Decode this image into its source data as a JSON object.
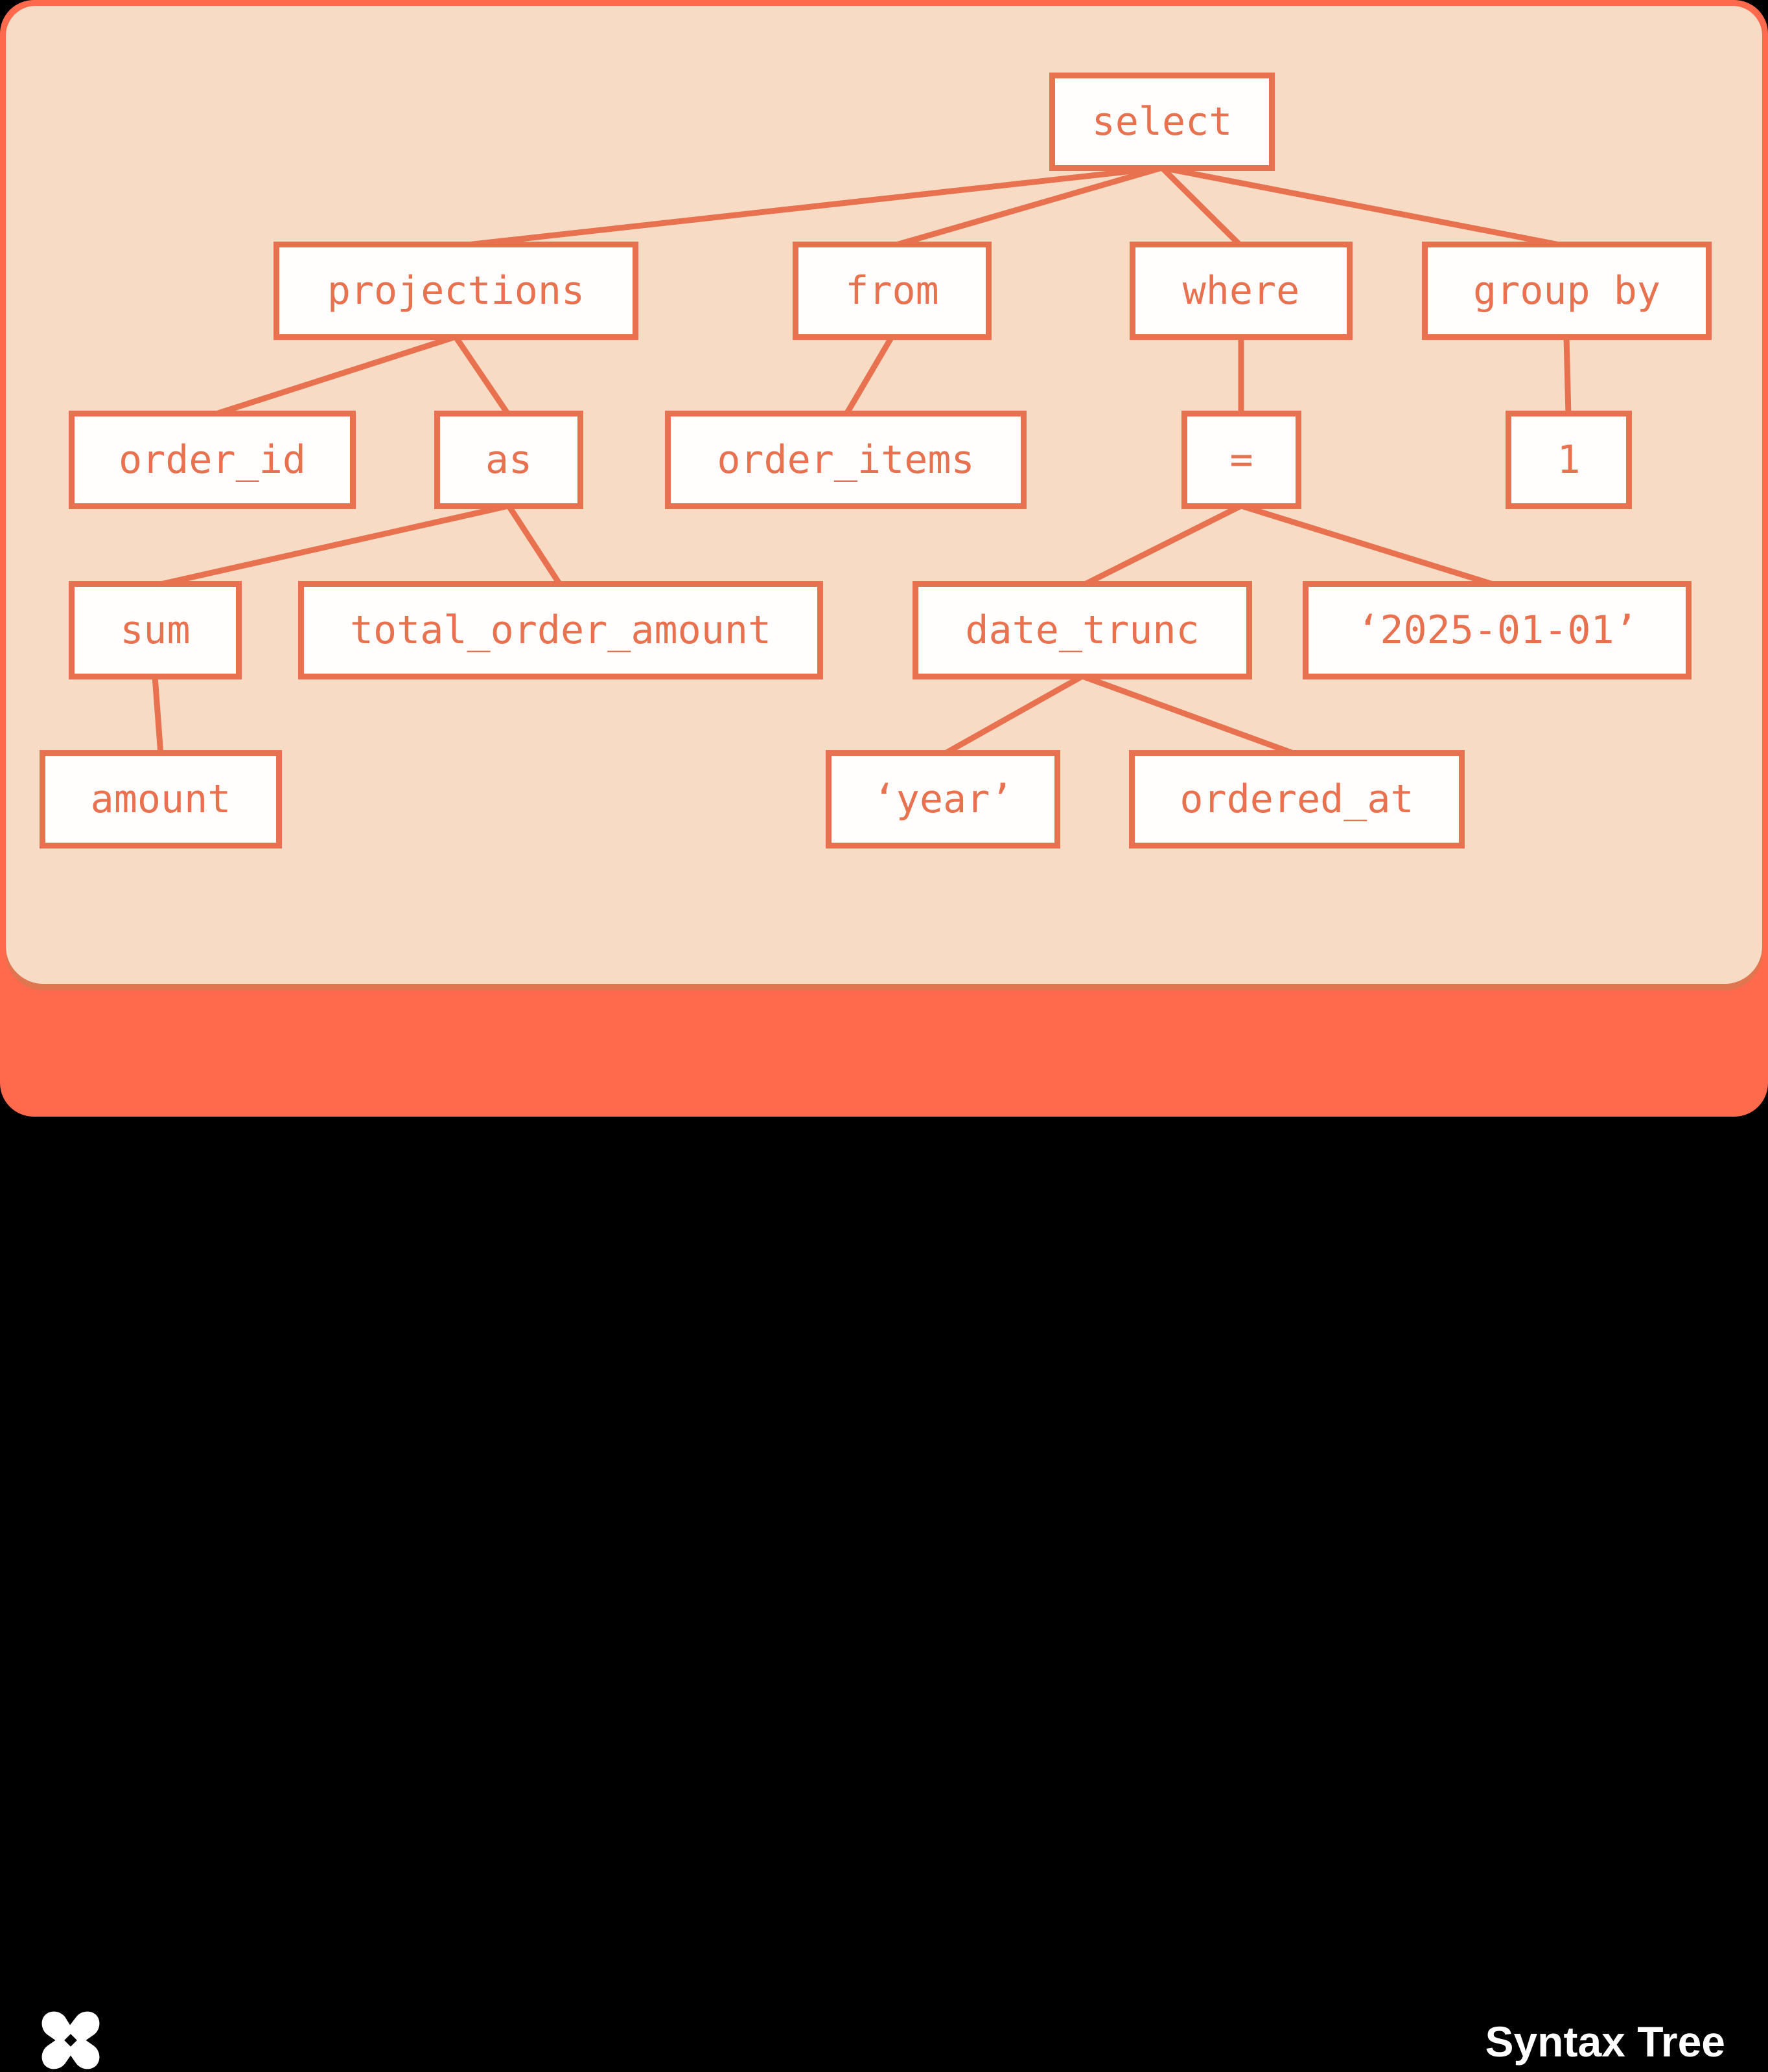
{
  "footer": {
    "title": "Syntax Tree",
    "logo_icon": "dbt-logo"
  },
  "colors": {
    "page_background": "#000000",
    "card_orange": "#FF6A4C",
    "panel_peach": "#F8DBC4",
    "panel_shadow": "#E0764F",
    "box_border": "#E8724F",
    "box_fill": "#FFFEFC",
    "node_text": "#E8724F",
    "footer_text": "#FFFFFF"
  },
  "tree": {
    "nodes": {
      "select": {
        "label": "select"
      },
      "projections": {
        "label": "projections"
      },
      "from": {
        "label": "from"
      },
      "where": {
        "label": "where"
      },
      "group_by": {
        "label": "group by"
      },
      "order_id": {
        "label": "order_id"
      },
      "as": {
        "label": "as"
      },
      "order_items": {
        "label": "order_items"
      },
      "eq": {
        "label": "="
      },
      "one": {
        "label": "1"
      },
      "sum": {
        "label": "sum"
      },
      "total_order_amount": {
        "label": "total_order_amount"
      },
      "date_trunc": {
        "label": "date_trunc"
      },
      "date_literal": {
        "label": "‘2025-01-01’"
      },
      "amount": {
        "label": "amount"
      },
      "year_literal": {
        "label": "‘year’"
      },
      "ordered_at": {
        "label": "ordered_at"
      }
    },
    "edges": [
      {
        "from": "select",
        "to": "projections"
      },
      {
        "from": "select",
        "to": "from"
      },
      {
        "from": "select",
        "to": "where"
      },
      {
        "from": "select",
        "to": "group_by"
      },
      {
        "from": "projections",
        "to": "order_id"
      },
      {
        "from": "projections",
        "to": "as"
      },
      {
        "from": "from",
        "to": "order_items"
      },
      {
        "from": "where",
        "to": "eq"
      },
      {
        "from": "group_by",
        "to": "one"
      },
      {
        "from": "as",
        "to": "sum"
      },
      {
        "from": "as",
        "to": "total_order_amount"
      },
      {
        "from": "eq",
        "to": "date_trunc"
      },
      {
        "from": "eq",
        "to": "date_literal"
      },
      {
        "from": "sum",
        "to": "amount"
      },
      {
        "from": "date_trunc",
        "to": "year_literal"
      },
      {
        "from": "date_trunc",
        "to": "ordered_at"
      }
    ]
  }
}
